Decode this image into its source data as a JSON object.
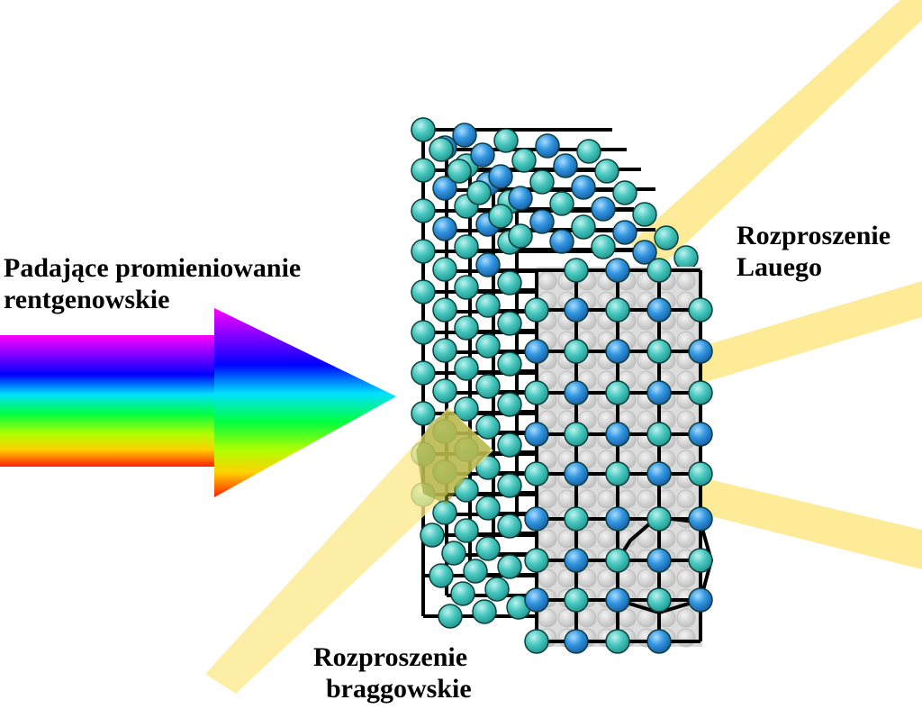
{
  "incident_beam": {
    "label_line1": "Padające promieniowanie",
    "label_line2": "rentgenowskie"
  },
  "laue_scattering": {
    "label_line1": "Rozproszenie",
    "label_line2": "Lauego"
  },
  "bragg_scattering": {
    "label_line1": "Rozproszenie",
    "label_line2": "braggowskie"
  },
  "colors": {
    "beam_yellow": "#fde98c",
    "atom_teal": "#45c4bc",
    "atom_blue": "#2f8fdc",
    "bond": "#000000",
    "crystal_face": "#dcdcdc",
    "bragg_overlap": "#8e9a2a"
  }
}
